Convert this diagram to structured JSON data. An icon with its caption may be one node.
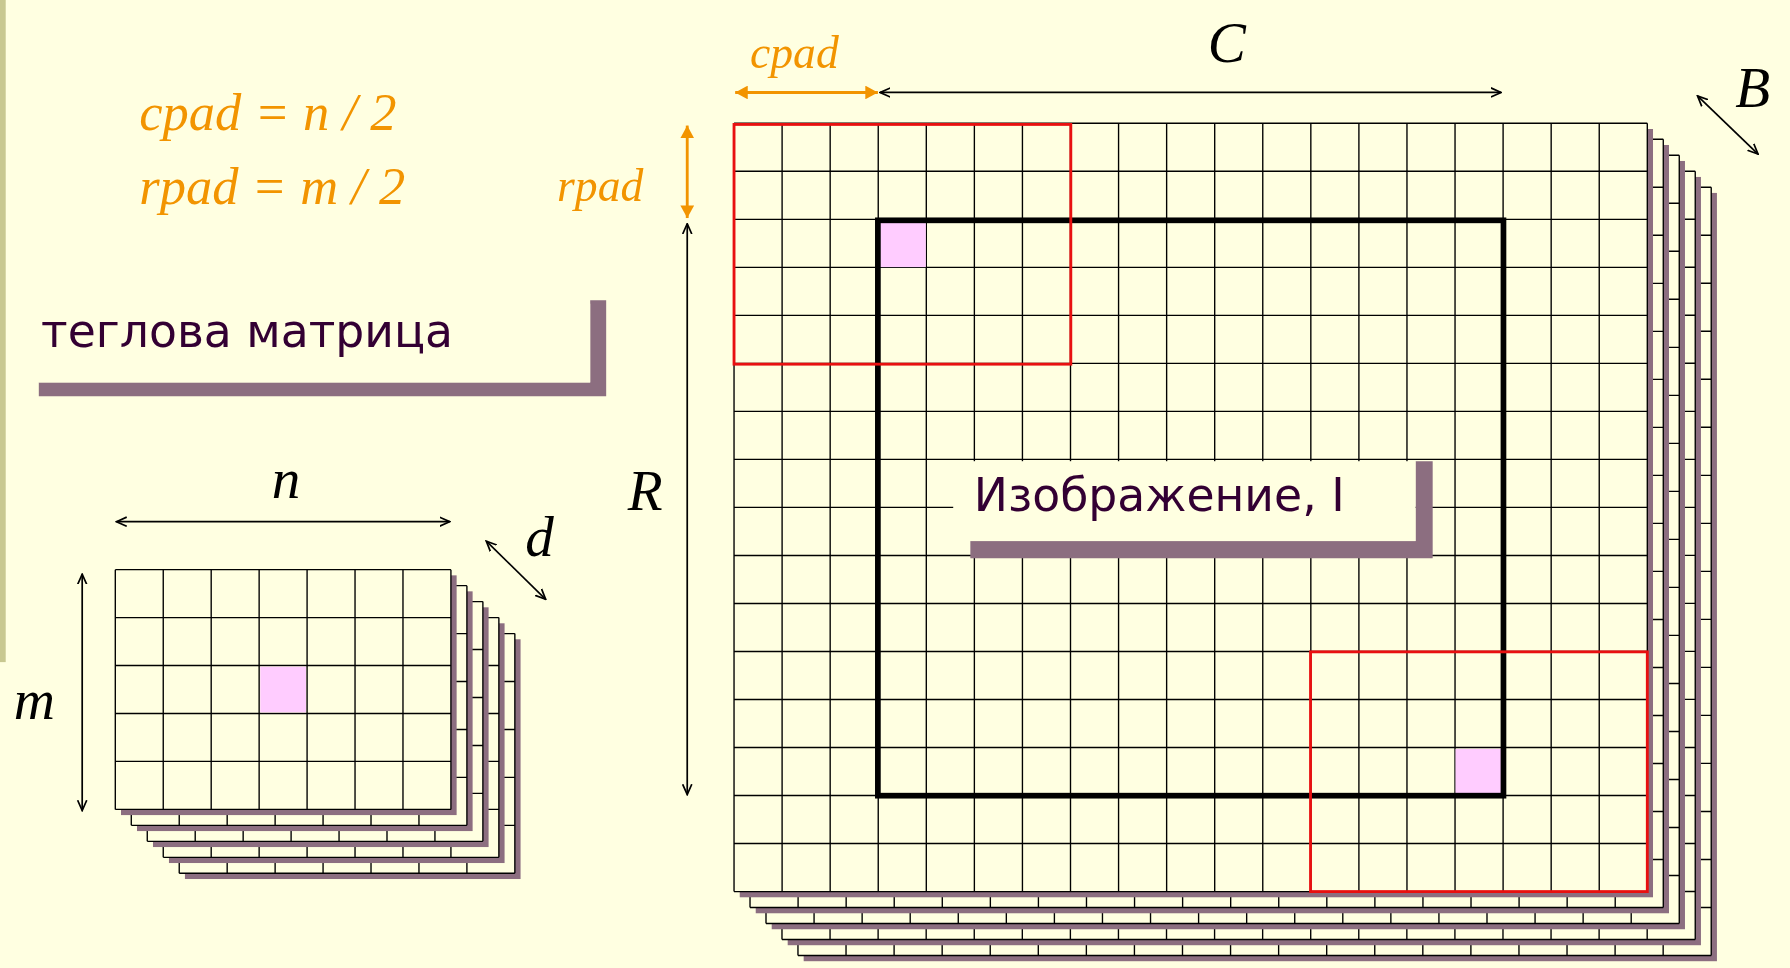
{
  "diagram": {
    "nodes": [
      {
        "text": [
          "теглова матрица"
        ]
      },
      {
        "text": [
          "Изображение, I"
        ]
      }
    ],
    "edges": [],
    "labels": [
      "cpad = n / 2",
      "rpad = m / 2",
      "cpad",
      "C",
      "B",
      "rpad",
      "R",
      "n",
      "d",
      "m"
    ]
  }
}
